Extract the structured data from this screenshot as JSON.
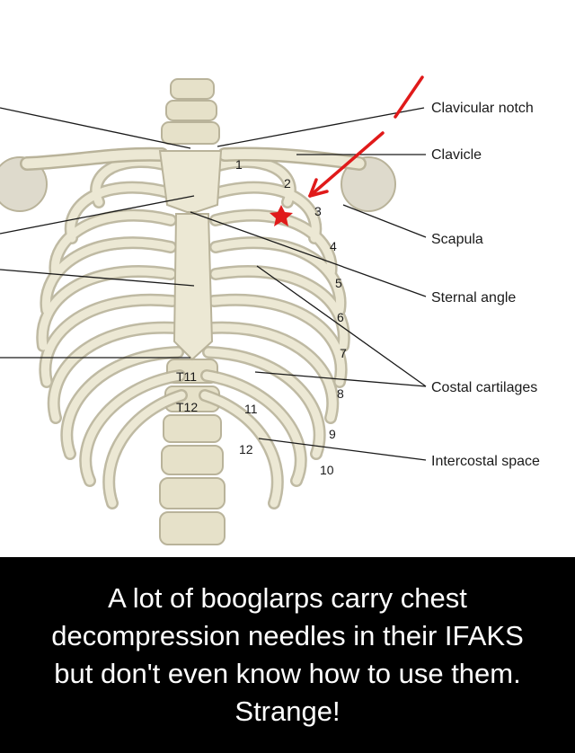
{
  "labels": {
    "clavicular_notch": "Clavicular notch",
    "clavicle": "Clavicle",
    "scapula": "Scapula",
    "sternal_angle": "Sternal angle",
    "costal_cartilages": "Costal cartilages",
    "intercostal_space": "Intercostal space"
  },
  "rib_numbers": [
    "1",
    "2",
    "3",
    "4",
    "5",
    "6",
    "7",
    "8",
    "9",
    "10",
    "11",
    "12"
  ],
  "vertebra_labels": [
    "T11",
    "T12"
  ],
  "caption": "A lot of booglarps carry chest decompression needles in their IFAKS but don't even know how to use them. Strange!",
  "colors": {
    "bone": "#ece8d4",
    "bone_stroke": "#b9b39a",
    "arrow": "#e01a1a",
    "star": "#e01a1a",
    "caption_bg": "#000000"
  }
}
